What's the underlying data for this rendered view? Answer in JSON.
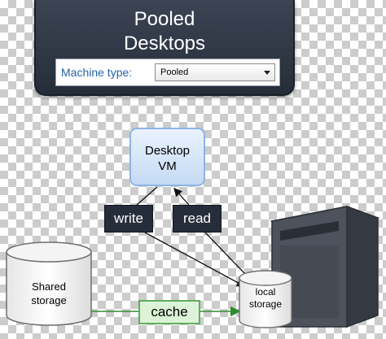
{
  "header": {
    "title_lines": [
      "Pooled",
      "Desktops"
    ],
    "machine_type": {
      "label": "Machine type:",
      "selected": "Pooled"
    }
  },
  "vm": {
    "label_lines": [
      "Desktop",
      "VM"
    ]
  },
  "operations": {
    "write": "write",
    "read": "read"
  },
  "storage": {
    "shared_lines": [
      "Shared",
      "storage"
    ],
    "local_lines": [
      "local",
      "storage"
    ]
  },
  "cache": {
    "label": "cache"
  },
  "colors": {
    "header_bg": "#262d3a",
    "label_blue": "#2563a8",
    "vm_fill": "#c4daf4",
    "vm_border": "#8db4e4",
    "cache_fill": "#dcf3d8",
    "cache_border": "#5fae5a",
    "cache_line": "#2e8b2e",
    "server_body": "#4d525c"
  }
}
